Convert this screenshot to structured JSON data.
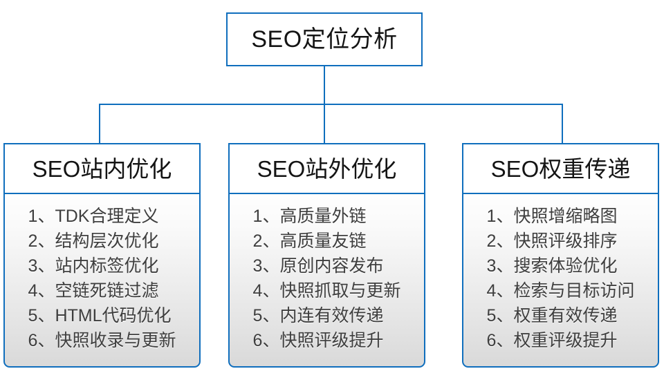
{
  "diagram": {
    "type": "org-tree",
    "root": {
      "label": "SEO定位分析"
    },
    "theme": {
      "border_color": "#0f6ebd",
      "connector_color": "#0f6ebd",
      "header_bg": "#ffffff",
      "header_text_color": "#141414",
      "body_gradient_top": "#fefefe",
      "body_gradient_bottom": "#d9d9d9",
      "item_text_color": "#3e3e3e"
    },
    "branches": [
      {
        "header": "SEO站内优化",
        "items": [
          "1、TDK合理定义",
          "2、结构层次优化",
          "3、站内标签优化",
          "4、空链死链过滤",
          "5、HTML代码优化",
          "6、快照收录与更新"
        ]
      },
      {
        "header": "SEO站外优化",
        "items": [
          "1、高质量外链",
          "2、高质量友链",
          "3、原创内容发布",
          "4、快照抓取与更新",
          "5、内连有效传递",
          "6、快照评级提升"
        ]
      },
      {
        "header": "SEO权重传递",
        "items": [
          "1、快照增缩略图",
          "2、快照评级排序",
          "3、搜索体验优化",
          "4、检索与目标访问",
          "5、权重有效传递",
          "6、权重评级提升"
        ]
      }
    ]
  }
}
